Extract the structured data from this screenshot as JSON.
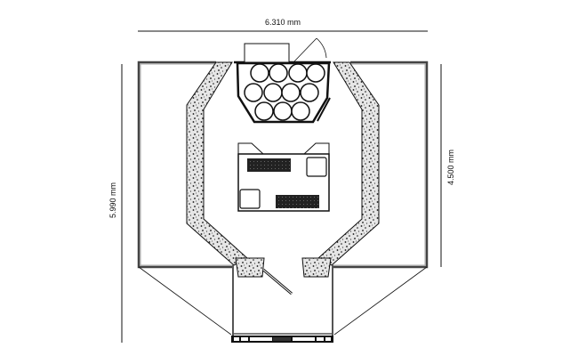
{
  "dimensions": {
    "width_label": "6.310 mm",
    "total_depth_label": "5.990 mm",
    "room_depth_label": "4.500 mm"
  },
  "colors": {
    "line": "#111111",
    "wall": "#888888",
    "dark_fill": "#2a2a2a"
  }
}
